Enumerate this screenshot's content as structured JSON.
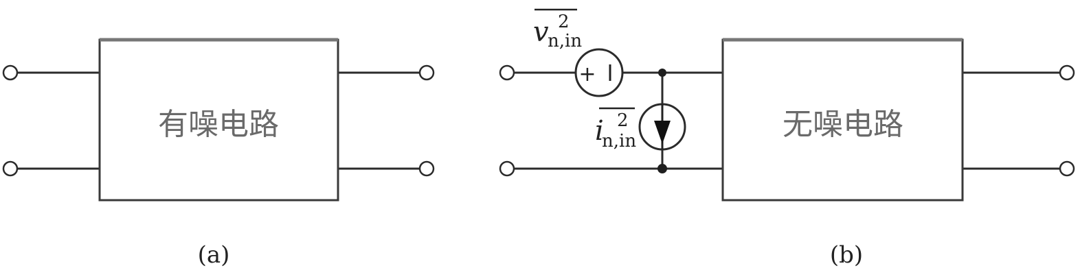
{
  "panel_a": {
    "box_label": "有噪电路",
    "caption": "(a)"
  },
  "panel_b": {
    "box_label": "无噪电路",
    "caption": "(b)",
    "voltage_source": {
      "symbol": "v",
      "subscript": "n,in",
      "superscript": "2",
      "plus": "+",
      "minus": "−"
    },
    "current_source": {
      "symbol": "i",
      "subscript": "n,in",
      "superscript": "2"
    }
  }
}
